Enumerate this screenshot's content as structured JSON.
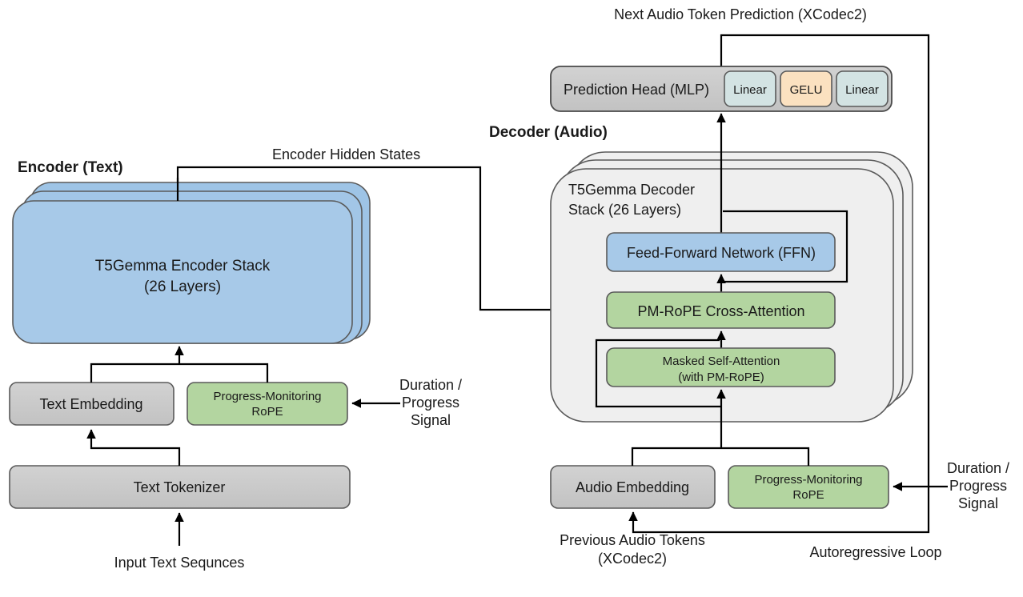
{
  "diagram": {
    "title_top": "Next Audio Token Prediction (XCodec2)",
    "encoder_section_label": "Encoder (Text)",
    "decoder_section_label": "Decoder (Audio)",
    "encoder_hidden_states_label": "Encoder Hidden States",
    "autoregressive_loop_label": "Autoregressive Loop"
  },
  "colors": {
    "blue_fill": "#a7c9e8",
    "blue_fill_light": "#9ec4e6",
    "green_fill": "#b3d5a0",
    "gray_fill": "#c9c9c9",
    "stack_fill": "#efefef",
    "linear_fill": "#d3e3e3",
    "gelu_fill": "#fbe1c0",
    "stroke": "#5a5a5a",
    "edge": "#000000",
    "text": "#1a1a1a"
  },
  "encoder": {
    "stack": {
      "line1": "T5Gemma Encoder Stack",
      "line2": "(26 Layers)"
    },
    "text_embedding": "Text Embedding",
    "progress_rope": {
      "line1": "Progress-Monitoring",
      "line2": "RoPE"
    },
    "tokenizer": "Text Tokenizer",
    "input_caption": "Input Text Sequnces",
    "duration_signal": {
      "line1": "Duration /",
      "line2": "Progress",
      "line3": "Signal"
    }
  },
  "decoder": {
    "prediction_head": {
      "label": "Prediction Head (MLP)",
      "sublayers": [
        "Linear",
        "GELU",
        "Linear"
      ]
    },
    "stack": {
      "line1": "T5Gemma Decoder",
      "line2": "Stack (26 Layers)"
    },
    "ffn": "Feed-Forward Network (FFN)",
    "cross_attention": "PM-RoPE Cross-Attention",
    "self_attention": {
      "line1": "Masked Self-Attention",
      "line2": "(with PM-RoPE)"
    },
    "audio_embedding": "Audio Embedding",
    "progress_rope": {
      "line1": "Progress-Monitoring",
      "line2": "RoPE"
    },
    "input_caption": {
      "line1": "Previous Audio Tokens",
      "line2": "(XCodec2)"
    },
    "duration_signal": {
      "line1": "Duration /",
      "line2": "Progress",
      "line3": "Signal"
    }
  }
}
